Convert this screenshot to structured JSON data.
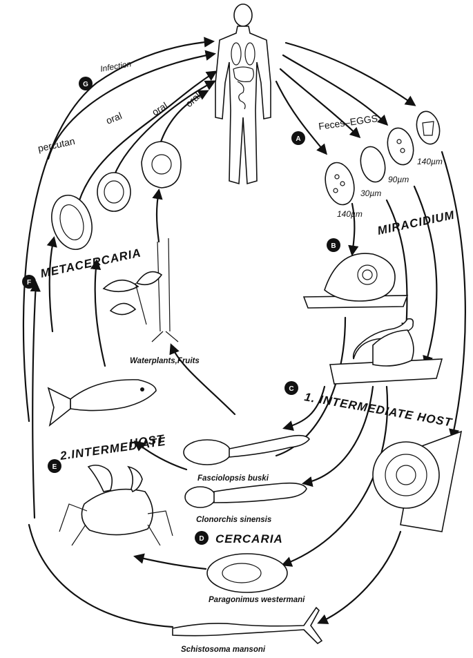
{
  "diagram": {
    "badges": [
      "A",
      "B",
      "C",
      "D",
      "E",
      "F",
      "G"
    ],
    "labels": {
      "infection": "Infection",
      "feces_eggs": "Feces–EGGS",
      "size_140_left": "140µm",
      "size_30": "30µm",
      "size_90": "90µm",
      "size_140_right": "140µm",
      "miracidium": "MIRACIDIUM",
      "intermediate_host_1": "1. INTERMEDIATE HOST",
      "intermediate_host_2_line1": "2.INTERMEDIATE",
      "intermediate_host_2_line2": "HOST",
      "metacercaria": "METACERCARIA",
      "cercaria": "CERCARIA",
      "percutan": "percutan",
      "oral_1": "oral",
      "oral_2": "oral",
      "oral_3": "oral",
      "waterplants": "Waterplants,Fruits"
    },
    "species": {
      "fasciolopsis": "Fasciolopsis buski",
      "clonorchis": "Clonorchis sinensis",
      "paragonimus": "Paragonimus westermani",
      "schistosoma": "Schistosoma mansoni"
    }
  }
}
